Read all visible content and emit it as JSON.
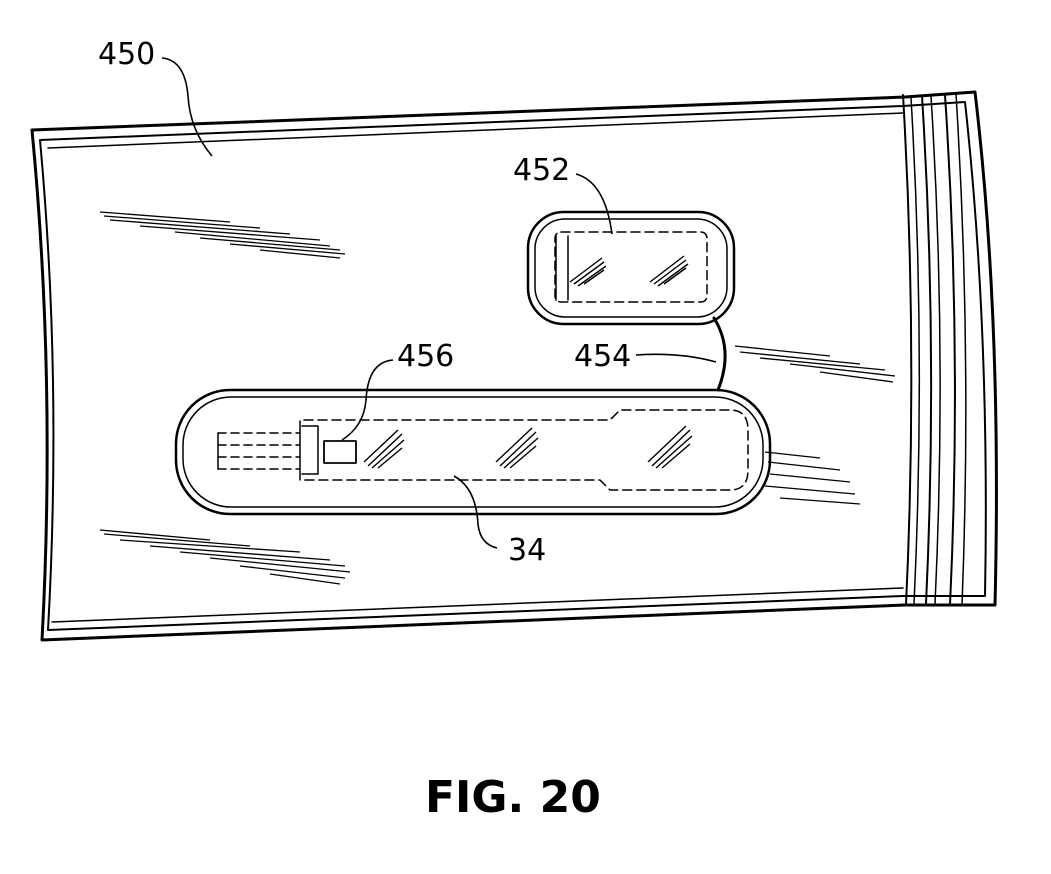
{
  "figure": {
    "caption": "FIG. 20",
    "labels": {
      "bag": "450",
      "small_pouch": "452",
      "connector": "454",
      "marker": "456",
      "device": "34"
    }
  },
  "colors": {
    "ink": "#000000",
    "background": "#ffffff"
  }
}
